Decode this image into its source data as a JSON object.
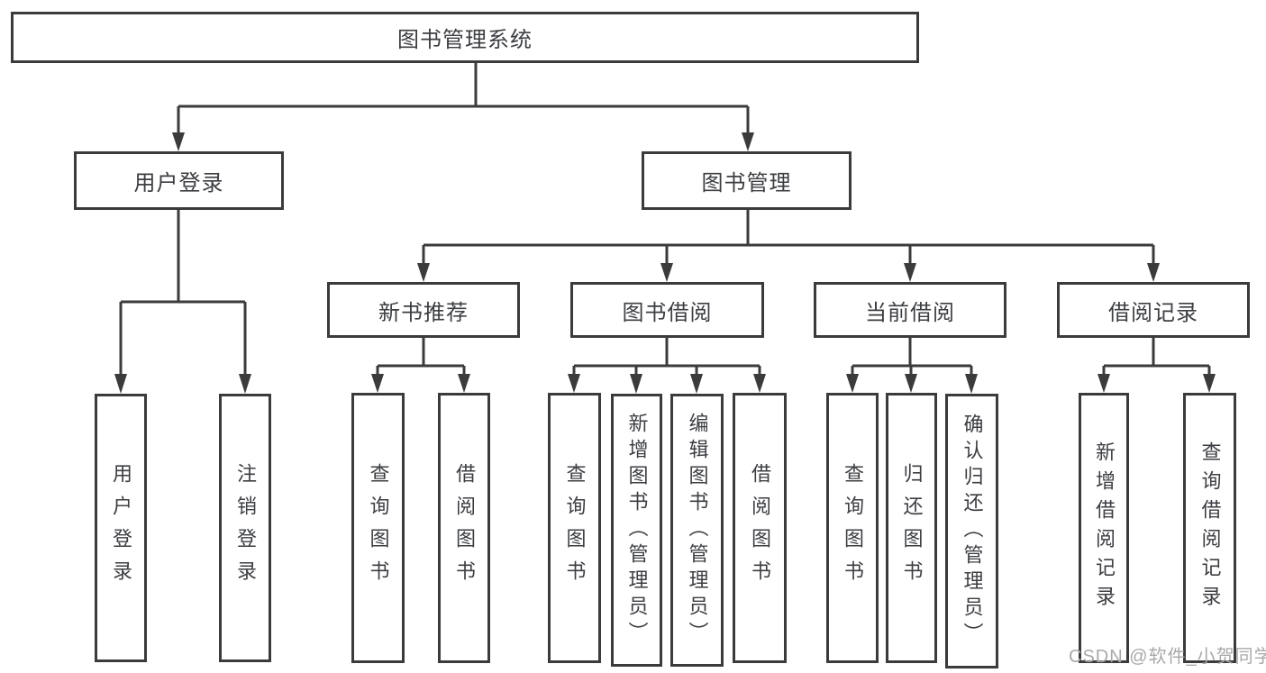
{
  "tree": {
    "label": "图书管理系统",
    "children": [
      {
        "label": "用户登录",
        "children": [
          {
            "label": "用户登录"
          },
          {
            "label": "注销登录"
          }
        ]
      },
      {
        "label": "图书管理",
        "children": [
          {
            "label": "新书推荐",
            "children": [
              {
                "label": "查询图书"
              },
              {
                "label": "借阅图书"
              }
            ]
          },
          {
            "label": "图书借阅",
            "children": [
              {
                "label": "查询图书"
              },
              {
                "label": "新增图书（管理员）"
              },
              {
                "label": "编辑图书（管理员）"
              },
              {
                "label": "借阅图书"
              }
            ]
          },
          {
            "label": "当前借阅",
            "children": [
              {
                "label": "查询图书"
              },
              {
                "label": "归还图书"
              },
              {
                "label": "确认归还（管理员）"
              }
            ]
          },
          {
            "label": "借阅记录",
            "children": [
              {
                "label": "新增借阅记录"
              },
              {
                "label": "查询借阅记录"
              }
            ]
          }
        ]
      }
    ]
  },
  "watermark": "CSDN @软件_小贺同学",
  "colors": {
    "line": "#3b3b3b",
    "text": "#3c3e42",
    "watermark": "#a9a9a9",
    "background": "#ffffff"
  }
}
